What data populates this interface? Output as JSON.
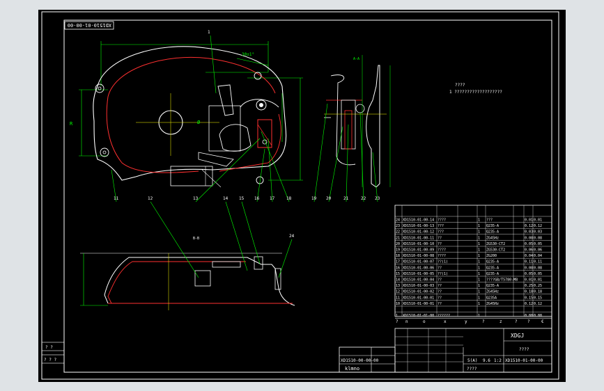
{
  "drawing": {
    "title_block_code_topleft": "XD1510-01-00-00",
    "views": {
      "section_aa_label": "A-A",
      "section_bb_label": "B-B"
    },
    "notes": {
      "heading": "????",
      "line1": "1 ???????????????????"
    },
    "dimension_text": {
      "angle": "30±1°",
      "gear_mark": "Ø"
    },
    "balloons": [
      "1",
      "11",
      "12",
      "13",
      "14",
      "15",
      "16",
      "17",
      "18",
      "19",
      "20",
      "21",
      "22",
      "23",
      "24"
    ],
    "bom": {
      "rows": [
        {
          "idx": "24",
          "code": "XD1510-01-00-14",
          "name": "????",
          "qty": "1",
          "mat": "???",
          "std": "",
          "wt": "0.01",
          "note": "0.01"
        },
        {
          "idx": "23",
          "code": "XD1510-01-00-13",
          "name": "???",
          "qty": "1",
          "mat": "Q235-A",
          "std": "",
          "wt": "0.12",
          "note": "0.12"
        },
        {
          "idx": "22",
          "code": "XD1510-01-00-12",
          "name": "???",
          "qty": "1",
          "mat": "Q235-A",
          "std": "",
          "wt": "0.03",
          "note": "0.03"
        },
        {
          "idx": "21",
          "code": "XD1510-01-00-11",
          "name": "??",
          "qty": "1",
          "mat": "ZG45Hz",
          "std": "",
          "wt": "0.08",
          "note": "0.08"
        },
        {
          "idx": "20",
          "code": "XD1510-01-00-10",
          "name": "??",
          "qty": "1",
          "mat": "ZG530-CT2",
          "std": "",
          "wt": "0.05",
          "note": "0.05"
        },
        {
          "idx": "19",
          "code": "XD1510-01-00-09",
          "name": "????",
          "qty": "1",
          "mat": "ZG530-CT2",
          "std": "",
          "wt": "0.06",
          "note": "0.06"
        },
        {
          "idx": "18",
          "code": "XD1510-01-00-08",
          "name": "????",
          "qty": "1",
          "mat": "ZG200",
          "std": "",
          "wt": "0.04",
          "note": "0.04"
        },
        {
          "idx": "17",
          "code": "XD1510-01-00-07",
          "name": "??(1)",
          "qty": "1",
          "mat": "Q235-A",
          "std": "",
          "wt": "0.11",
          "note": "0.11"
        },
        {
          "idx": "16",
          "code": "XD1510-01-00-06",
          "name": "??",
          "qty": "1",
          "mat": "Q235-A",
          "std": "",
          "wt": "0.08",
          "note": "0.08"
        },
        {
          "idx": "15",
          "code": "XD1510-01-00-05",
          "name": "??(1)",
          "qty": "1",
          "mat": "Q235-A",
          "std": "",
          "wt": "0.05",
          "note": "0.05"
        },
        {
          "idx": "14",
          "code": "XD1510-01-00-04",
          "name": "??",
          "qty": "1",
          "mat": "????GB/T5780-M8",
          "std": "",
          "wt": "0.01",
          "note": "0.01"
        },
        {
          "idx": "13",
          "code": "XD1510-01-00-03",
          "name": "??",
          "qty": "1",
          "mat": "Q235-A",
          "std": "",
          "wt": "0.25",
          "note": "0.25"
        },
        {
          "idx": "12",
          "code": "XD1510-01-00-02",
          "name": "??",
          "qty": "1",
          "mat": "ZG45Hz",
          "std": "",
          "wt": "0.18",
          "note": "0.18"
        },
        {
          "idx": "11",
          "code": "XD1510-01-00-01",
          "name": "??",
          "qty": "1",
          "mat": "Q235A",
          "std": "",
          "wt": "0.15",
          "note": "0.15"
        },
        {
          "idx": "10",
          "code": "XD1510-01-00-01",
          "name": "??",
          "qty": "1",
          "mat": "ZG45Hz",
          "std": "",
          "wt": "0.12",
          "note": "0.12"
        },
        {
          "idx": "",
          "code": "",
          "name": "",
          "qty": "",
          "mat": "",
          "std": "",
          "wt": "",
          "note": ""
        },
        {
          "idx": "1",
          "code": "XD1510-01-01-00",
          "name": "??????",
          "qty": "1",
          "mat": "",
          "std": "",
          "wt": "0.88",
          "note": "0.88"
        }
      ],
      "header": [
        "?",
        "n",
        "o",
        "x",
        "y",
        "?",
        "z",
        "?",
        "?",
        "€"
      ]
    },
    "titleblock": {
      "company": "XDGJ",
      "product": "????",
      "drawing_no": "XD1510-01-00-00",
      "scale": "1:2",
      "weight": "9.6",
      "sheet": "5(A)",
      "left_code": "XD1510-00-00-00",
      "left_label": "klmno",
      "qmarks": "????"
    },
    "side_stamp": [
      "? ?",
      "? ? ?"
    ]
  }
}
